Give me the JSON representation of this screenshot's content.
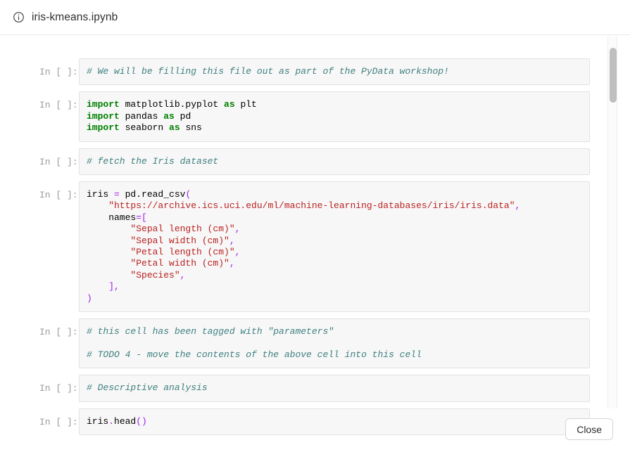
{
  "header": {
    "icon": "info-circle-icon",
    "title": "iris-kmeans.ipynb"
  },
  "notebook": {
    "prompt_label": "In [ ]:",
    "cells": [
      {
        "id": "cell-1",
        "prompt": "In [ ]:",
        "lines": [
          [
            {
              "t": "com",
              "v": "# We will be filling this file out as part of the PyData workshop!"
            }
          ]
        ]
      },
      {
        "id": "cell-2",
        "prompt": "In [ ]:",
        "lines": [
          [
            {
              "t": "kw",
              "v": "import"
            },
            {
              "t": "nam",
              "v": " matplotlib.pyplot "
            },
            {
              "t": "kw",
              "v": "as"
            },
            {
              "t": "nam",
              "v": " plt"
            }
          ],
          [
            {
              "t": "kw",
              "v": "import"
            },
            {
              "t": "nam",
              "v": " pandas "
            },
            {
              "t": "kw",
              "v": "as"
            },
            {
              "t": "nam",
              "v": " pd"
            }
          ],
          [
            {
              "t": "kw",
              "v": "import"
            },
            {
              "t": "nam",
              "v": " seaborn "
            },
            {
              "t": "kw",
              "v": "as"
            },
            {
              "t": "nam",
              "v": " sns"
            }
          ]
        ]
      },
      {
        "id": "cell-3",
        "prompt": "In [ ]:",
        "lines": [
          [
            {
              "t": "com",
              "v": "# fetch the Iris dataset"
            }
          ]
        ]
      },
      {
        "id": "cell-4",
        "prompt": "In [ ]:",
        "lines": [
          [
            {
              "t": "nam",
              "v": "iris "
            },
            {
              "t": "op",
              "v": "="
            },
            {
              "t": "nam",
              "v": " pd.read_csv"
            },
            {
              "t": "op",
              "v": "("
            }
          ],
          [
            {
              "t": "str",
              "v": "    \"https://archive.ics.uci.edu/ml/machine-learning-databases/iris/iris.data\""
            },
            {
              "t": "op",
              "v": ","
            }
          ],
          [
            {
              "t": "nam",
              "v": "    names"
            },
            {
              "t": "op",
              "v": "=["
            }
          ],
          [
            {
              "t": "str",
              "v": "        \"Sepal length (cm)\""
            },
            {
              "t": "op",
              "v": ","
            }
          ],
          [
            {
              "t": "str",
              "v": "        \"Sepal width (cm)\""
            },
            {
              "t": "op",
              "v": ","
            }
          ],
          [
            {
              "t": "str",
              "v": "        \"Petal length (cm)\""
            },
            {
              "t": "op",
              "v": ","
            }
          ],
          [
            {
              "t": "str",
              "v": "        \"Petal width (cm)\""
            },
            {
              "t": "op",
              "v": ","
            }
          ],
          [
            {
              "t": "str",
              "v": "        \"Species\""
            },
            {
              "t": "op",
              "v": ","
            }
          ],
          [
            {
              "t": "op",
              "v": "    ],"
            }
          ],
          [
            {
              "t": "op",
              "v": ")"
            }
          ]
        ]
      },
      {
        "id": "cell-5",
        "prompt": "In [ ]:",
        "lines": [
          [
            {
              "t": "com",
              "v": "# this cell has been tagged with \"parameters\""
            }
          ],
          [
            {
              "t": "blank",
              "v": ""
            }
          ],
          [
            {
              "t": "com",
              "v": "# TODO 4 - move the contents of the above cell into this cell"
            }
          ]
        ]
      },
      {
        "id": "cell-6",
        "prompt": "In [ ]:",
        "lines": [
          [
            {
              "t": "com",
              "v": "# Descriptive analysis"
            }
          ]
        ]
      },
      {
        "id": "cell-7",
        "prompt": "In [ ]:",
        "lines": [
          [
            {
              "t": "nam",
              "v": "iris"
            },
            {
              "t": "op",
              "v": "."
            },
            {
              "t": "nam",
              "v": "head"
            },
            {
              "t": "op",
              "v": "()"
            }
          ]
        ]
      }
    ]
  },
  "footer": {
    "close_label": "Close"
  },
  "colors": {
    "comment": "#408080",
    "keyword": "#008000",
    "string": "#ba2121",
    "operator": "#a020f0",
    "cell_bg": "#f7f7f7",
    "cell_border": "#e2e2e2",
    "prompt": "#9b9b9b"
  }
}
